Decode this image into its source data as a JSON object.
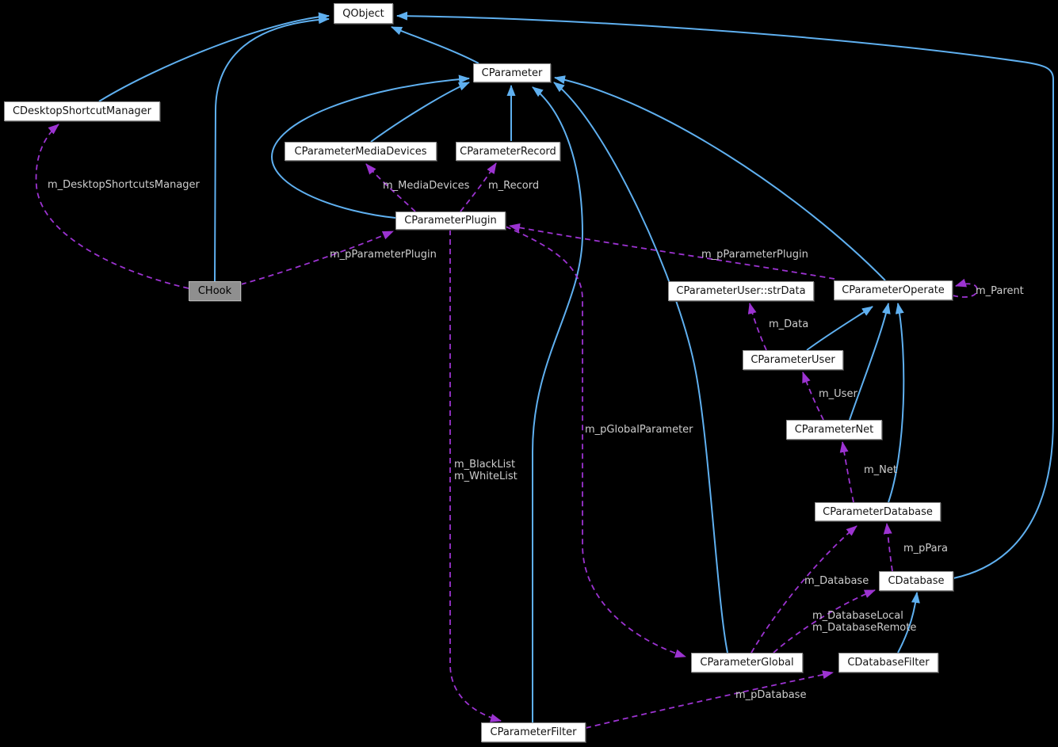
{
  "diagram": {
    "type": "class-collaboration-graph",
    "background": "#000000",
    "colors": {
      "node_fill": "#ffffff",
      "node_border": "#8f8f8f",
      "current_node_fill": "#8f8f8f",
      "inheritance_arrow": "#5fb0f0",
      "member_arrow": "#9c33d1",
      "edge_label": "#cdcdcd",
      "node_text": "#131313"
    }
  },
  "nodes": {
    "qobject": {
      "label": "QObject"
    },
    "cparameter": {
      "label": "CParameter"
    },
    "cdesktop": {
      "label": "CDesktopShortcutManager"
    },
    "cmediadevices": {
      "label": "CParameterMediaDevices"
    },
    "crecord": {
      "label": "CParameterRecord"
    },
    "cplugin": {
      "label": "CParameterPlugin"
    },
    "chook": {
      "label": "CHook"
    },
    "cstrdata": {
      "label": "CParameterUser::strData"
    },
    "coperate": {
      "label": "CParameterOperate"
    },
    "cuser": {
      "label": "CParameterUser"
    },
    "cnet": {
      "label": "CParameterNet"
    },
    "cpdatabase": {
      "label": "CParameterDatabase"
    },
    "cdatabase": {
      "label": "CDatabase"
    },
    "cglobal": {
      "label": "CParameterGlobal"
    },
    "cdbfilter": {
      "label": "CDatabaseFilter"
    },
    "cfilter": {
      "label": "CParameterFilter"
    }
  },
  "edge_labels": {
    "desktop_mgr": "m_DesktopShortcutsManager",
    "media_devices": "m_MediaDevices",
    "record": "m_Record",
    "pplugin_left": "m_pParameterPlugin",
    "pplugin_right": "m_pParameterPlugin",
    "parent": "m_Parent",
    "data": "m_Data",
    "user": "m_User",
    "pglobal": "m_pGlobalParameter",
    "blackwhite": "m_BlackList\nm_WhiteList",
    "net": "m_Net",
    "ppara": "m_pPara",
    "database": "m_Database",
    "dblocalremote": "m_DatabaseLocal\nm_DatabaseRemote",
    "pdatabase": "m_pDatabase"
  },
  "edges": [
    {
      "from": "CDesktopShortcutManager",
      "to": "QObject",
      "type": "inheritance"
    },
    {
      "from": "CHook",
      "to": "QObject",
      "type": "inheritance"
    },
    {
      "from": "CParameter",
      "to": "QObject",
      "type": "inheritance"
    },
    {
      "from": "CDatabase",
      "to": "QObject",
      "type": "inheritance"
    },
    {
      "from": "CParameterMediaDevices",
      "to": "CParameter",
      "type": "inheritance"
    },
    {
      "from": "CParameterRecord",
      "to": "CParameter",
      "type": "inheritance"
    },
    {
      "from": "CParameterPlugin",
      "to": "CParameter",
      "type": "inheritance"
    },
    {
      "from": "CParameterFilter",
      "to": "CParameter",
      "type": "inheritance"
    },
    {
      "from": "CParameterGlobal",
      "to": "CParameter",
      "type": "inheritance"
    },
    {
      "from": "CParameterOperate",
      "to": "CParameter",
      "type": "inheritance"
    },
    {
      "from": "CParameterUser",
      "to": "CParameterOperate",
      "type": "inheritance"
    },
    {
      "from": "CParameterNet",
      "to": "CParameterOperate",
      "type": "inheritance"
    },
    {
      "from": "CParameterDatabase",
      "to": "CParameterOperate",
      "type": "inheritance"
    },
    {
      "from": "CDatabaseFilter",
      "to": "CDatabase",
      "type": "inheritance"
    },
    {
      "from": "CHook",
      "to": "CDesktopShortcutManager",
      "type": "member",
      "label": "m_DesktopShortcutsManager"
    },
    {
      "from": "CHook",
      "to": "CParameterPlugin",
      "type": "member",
      "label": "m_pParameterPlugin"
    },
    {
      "from": "CParameterPlugin",
      "to": "CParameterMediaDevices",
      "type": "member",
      "label": "m_MediaDevices"
    },
    {
      "from": "CParameterPlugin",
      "to": "CParameterRecord",
      "type": "member",
      "label": "m_Record"
    },
    {
      "from": "CParameterOperate",
      "to": "CParameterPlugin",
      "type": "member",
      "label": "m_pParameterPlugin"
    },
    {
      "from": "CParameterOperate",
      "to": "CParameterOperate",
      "type": "member",
      "label": "m_Parent"
    },
    {
      "from": "CParameterUser",
      "to": "CParameterUser::strData",
      "type": "member",
      "label": "m_Data"
    },
    {
      "from": "CParameterNet",
      "to": "CParameterUser",
      "type": "member",
      "label": "m_User"
    },
    {
      "from": "CParameterDatabase",
      "to": "CParameterNet",
      "type": "member",
      "label": "m_Net"
    },
    {
      "from": "CDatabase",
      "to": "CParameterDatabase",
      "type": "member",
      "label": "m_pPara"
    },
    {
      "from": "CParameterGlobal",
      "to": "CParameterDatabase",
      "type": "member",
      "label": "m_Database"
    },
    {
      "from": "CParameterGlobal",
      "to": "CDatabase",
      "type": "member",
      "label": "m_DatabaseLocal / m_DatabaseRemote"
    },
    {
      "from": "CParameterPlugin",
      "to": "CParameterGlobal",
      "type": "member",
      "label": "m_pGlobalParameter"
    },
    {
      "from": "CParameterPlugin",
      "to": "CParameterFilter",
      "type": "member",
      "label": "m_BlackList / m_WhiteList"
    },
    {
      "from": "CParameterFilter",
      "to": "CDatabaseFilter",
      "type": "member",
      "label": "m_pDatabase"
    }
  ]
}
